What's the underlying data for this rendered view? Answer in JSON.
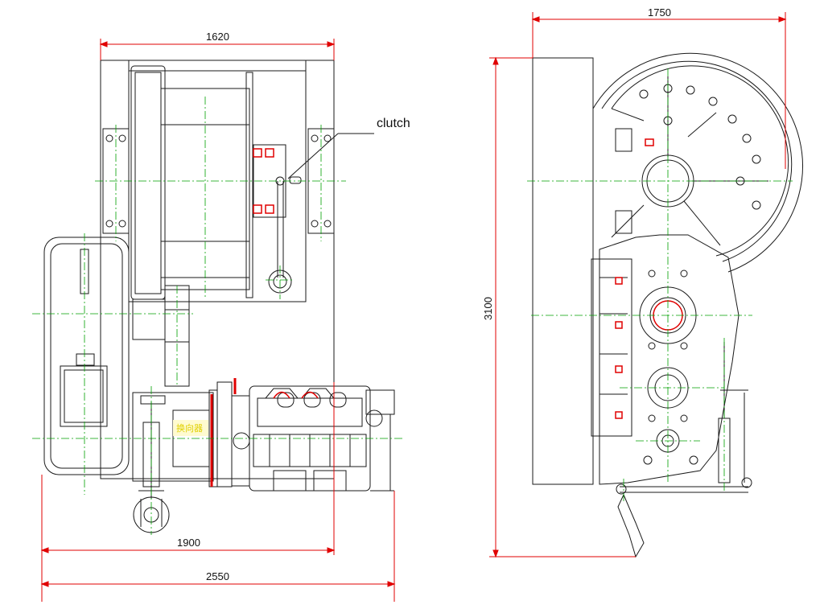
{
  "dimensions": {
    "front_top_width": "1620",
    "front_lower_width": "1900",
    "front_total_width": "2550",
    "side_width": "1750",
    "side_height": "3100"
  },
  "labels": {
    "clutch": "clutch",
    "gear_box_mark": "换向器"
  },
  "colors": {
    "outline": "#1a1a1a",
    "centerline": "#00a000",
    "dimension": "#e00000",
    "highlight": "#e00000",
    "annotation": "#e0d000"
  }
}
